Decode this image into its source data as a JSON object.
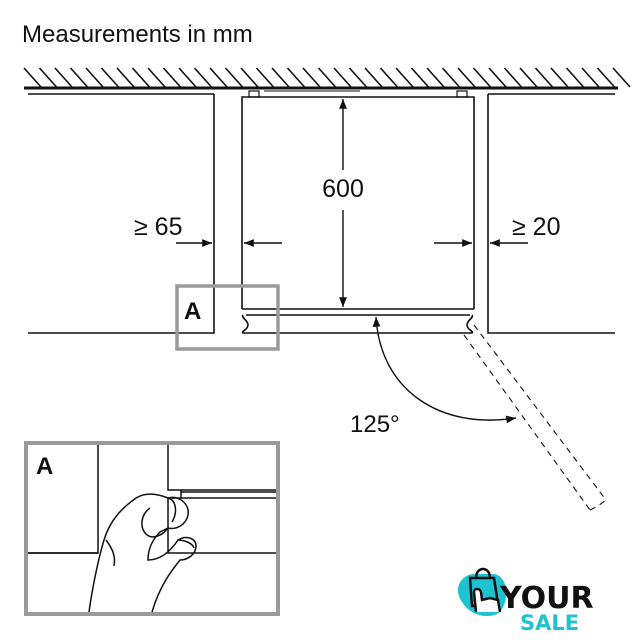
{
  "title": "Measurements in mm",
  "dimensions": {
    "depth": "600",
    "left_clearance": "≥ 65",
    "right_clearance": "≥ 20",
    "door_angle": "125°"
  },
  "detail_label": "A",
  "inset_label": "A",
  "logo": {
    "line1": "YOUR",
    "line2": "SALE",
    "accent": "#1fc3cf",
    "dark": "#111111"
  },
  "colors": {
    "line": "#111111",
    "detail_box": "#9a9a9a"
  }
}
